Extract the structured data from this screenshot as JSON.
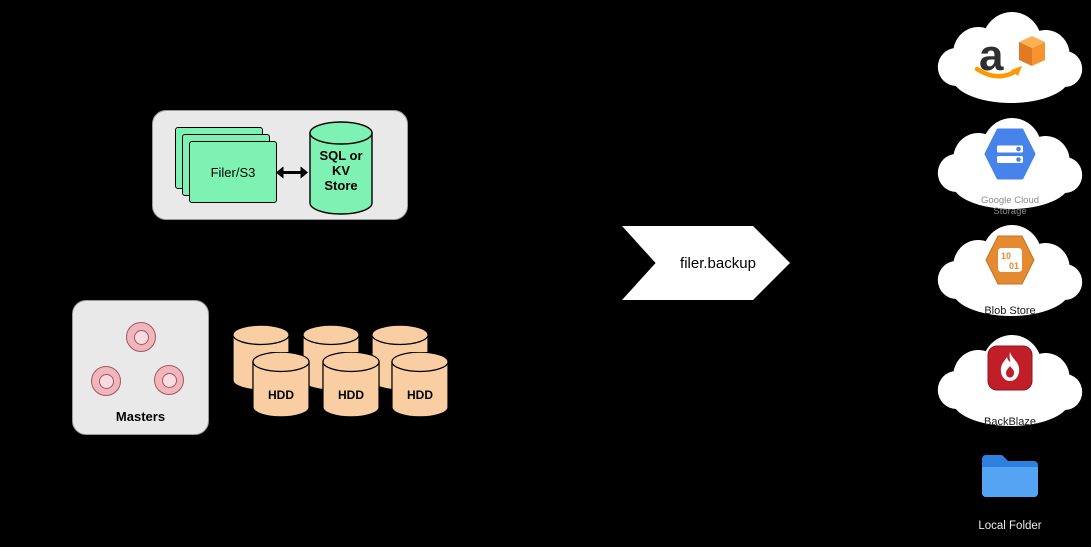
{
  "colors": {
    "canvas-bg": "#000000",
    "panel-gray": "#E9E9E9",
    "panel-border": "#9B9B9B",
    "mint-green": "#7DF2B3",
    "tan": "#F8CEA2",
    "pink-ring": "#F0B6BE",
    "pink-core": "#F9DCE0",
    "pink-border": "#A8545E",
    "arrow-white": "#FFFFFF",
    "aws-orange": "#FF9900",
    "aws-dark": "#2F2F2F",
    "gcs-blue": "#4683EA",
    "blob-orange": "#E48B32",
    "backblaze-red": "#C21E29",
    "folder-blue": "#55A4F3",
    "folder-blue-dark": "#2E7FDE"
  },
  "filer_group": {
    "filer_label": "Filer/S3",
    "store_label_lines": [
      "SQL or",
      "KV",
      "Store"
    ]
  },
  "masters": {
    "label": "Masters"
  },
  "volumes": {
    "hdd_labels": [
      "HDD",
      "HDD",
      "HDD"
    ]
  },
  "flow": {
    "arrow_label": "filer.backup"
  },
  "destinations": {
    "aws": {
      "icon": "amazon-aws-cloud",
      "letter": "a"
    },
    "gcs": {
      "icon": "google-cloud-storage",
      "label_lines": [
        "Google Cloud",
        "Storage"
      ]
    },
    "blob": {
      "icon": "azure-blob-store",
      "binary_lines": [
        "10",
        "01"
      ],
      "label": "Blob Store"
    },
    "backblaze": {
      "icon": "backblaze-b2",
      "label": "BackBlaze"
    },
    "local": {
      "icon": "local-folder",
      "label": "Local Folder"
    }
  }
}
